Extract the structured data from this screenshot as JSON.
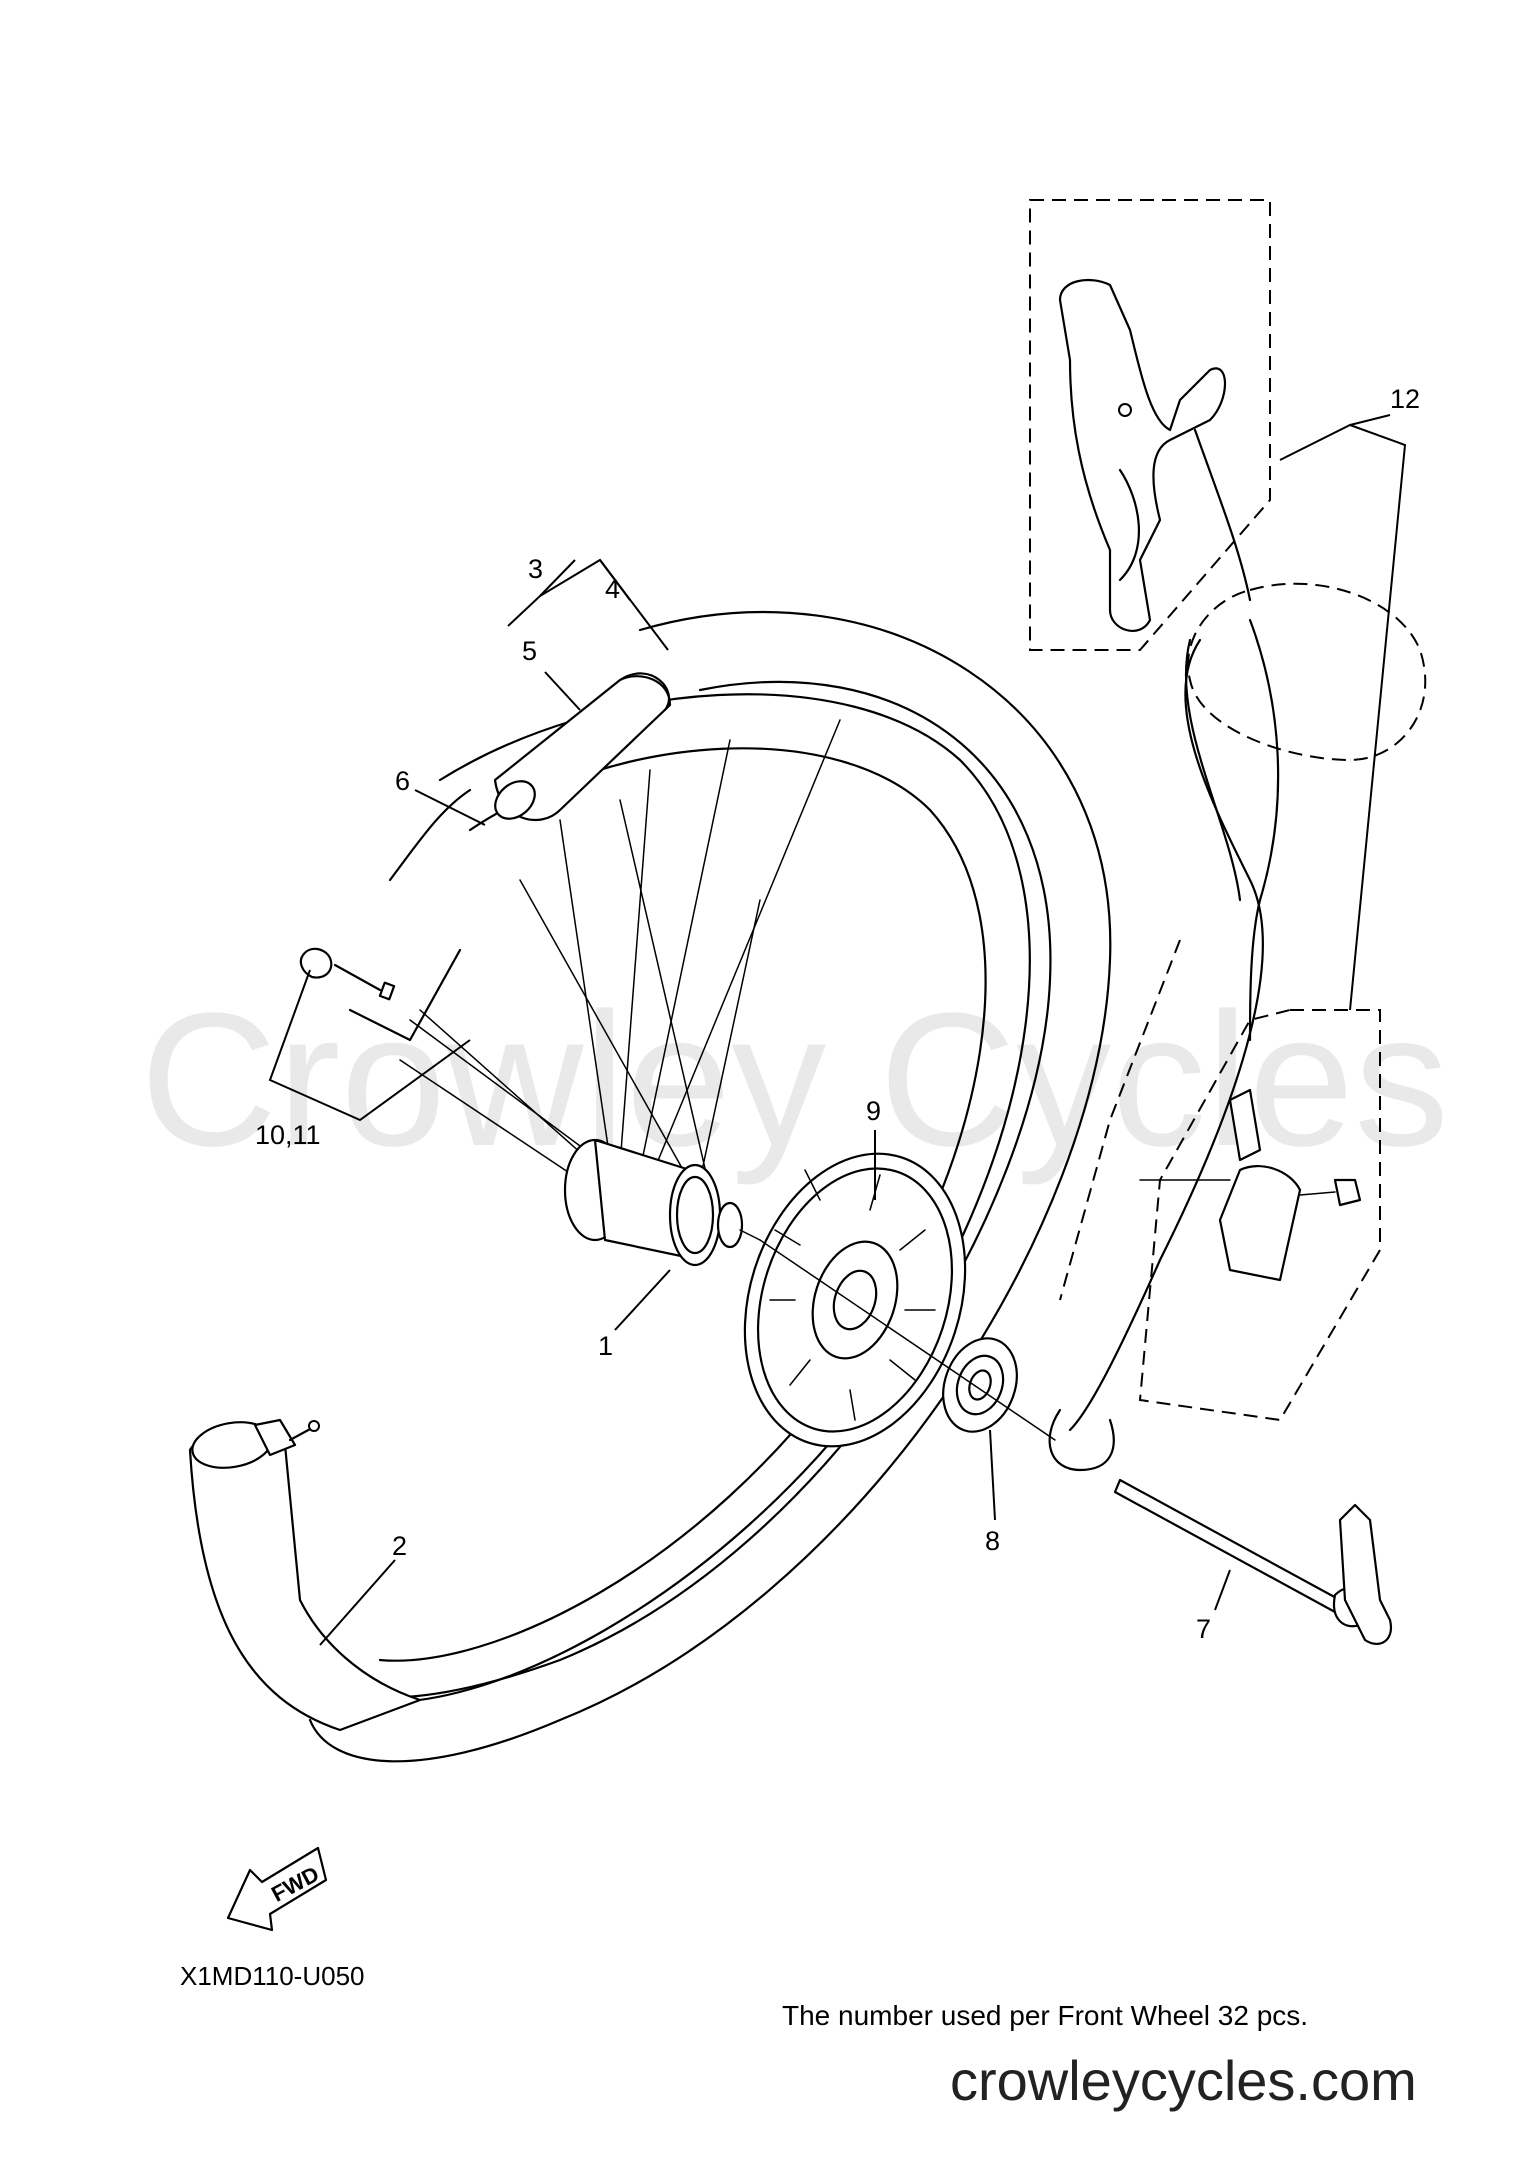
{
  "watermark": "Crowley Cycles",
  "diagram_code": "X1MD110-U050",
  "note": "The number used per Front Wheel 32 pcs.",
  "site": "crowleycycles.com",
  "fwd_label": "FWD",
  "callouts": {
    "c1": "1",
    "c2": "2",
    "c3": "3",
    "c4": "4",
    "c5": "5",
    "c6": "6",
    "c7": "7",
    "c8": "8",
    "c9": "9",
    "c10_11": "10,11",
    "c12": "12"
  }
}
